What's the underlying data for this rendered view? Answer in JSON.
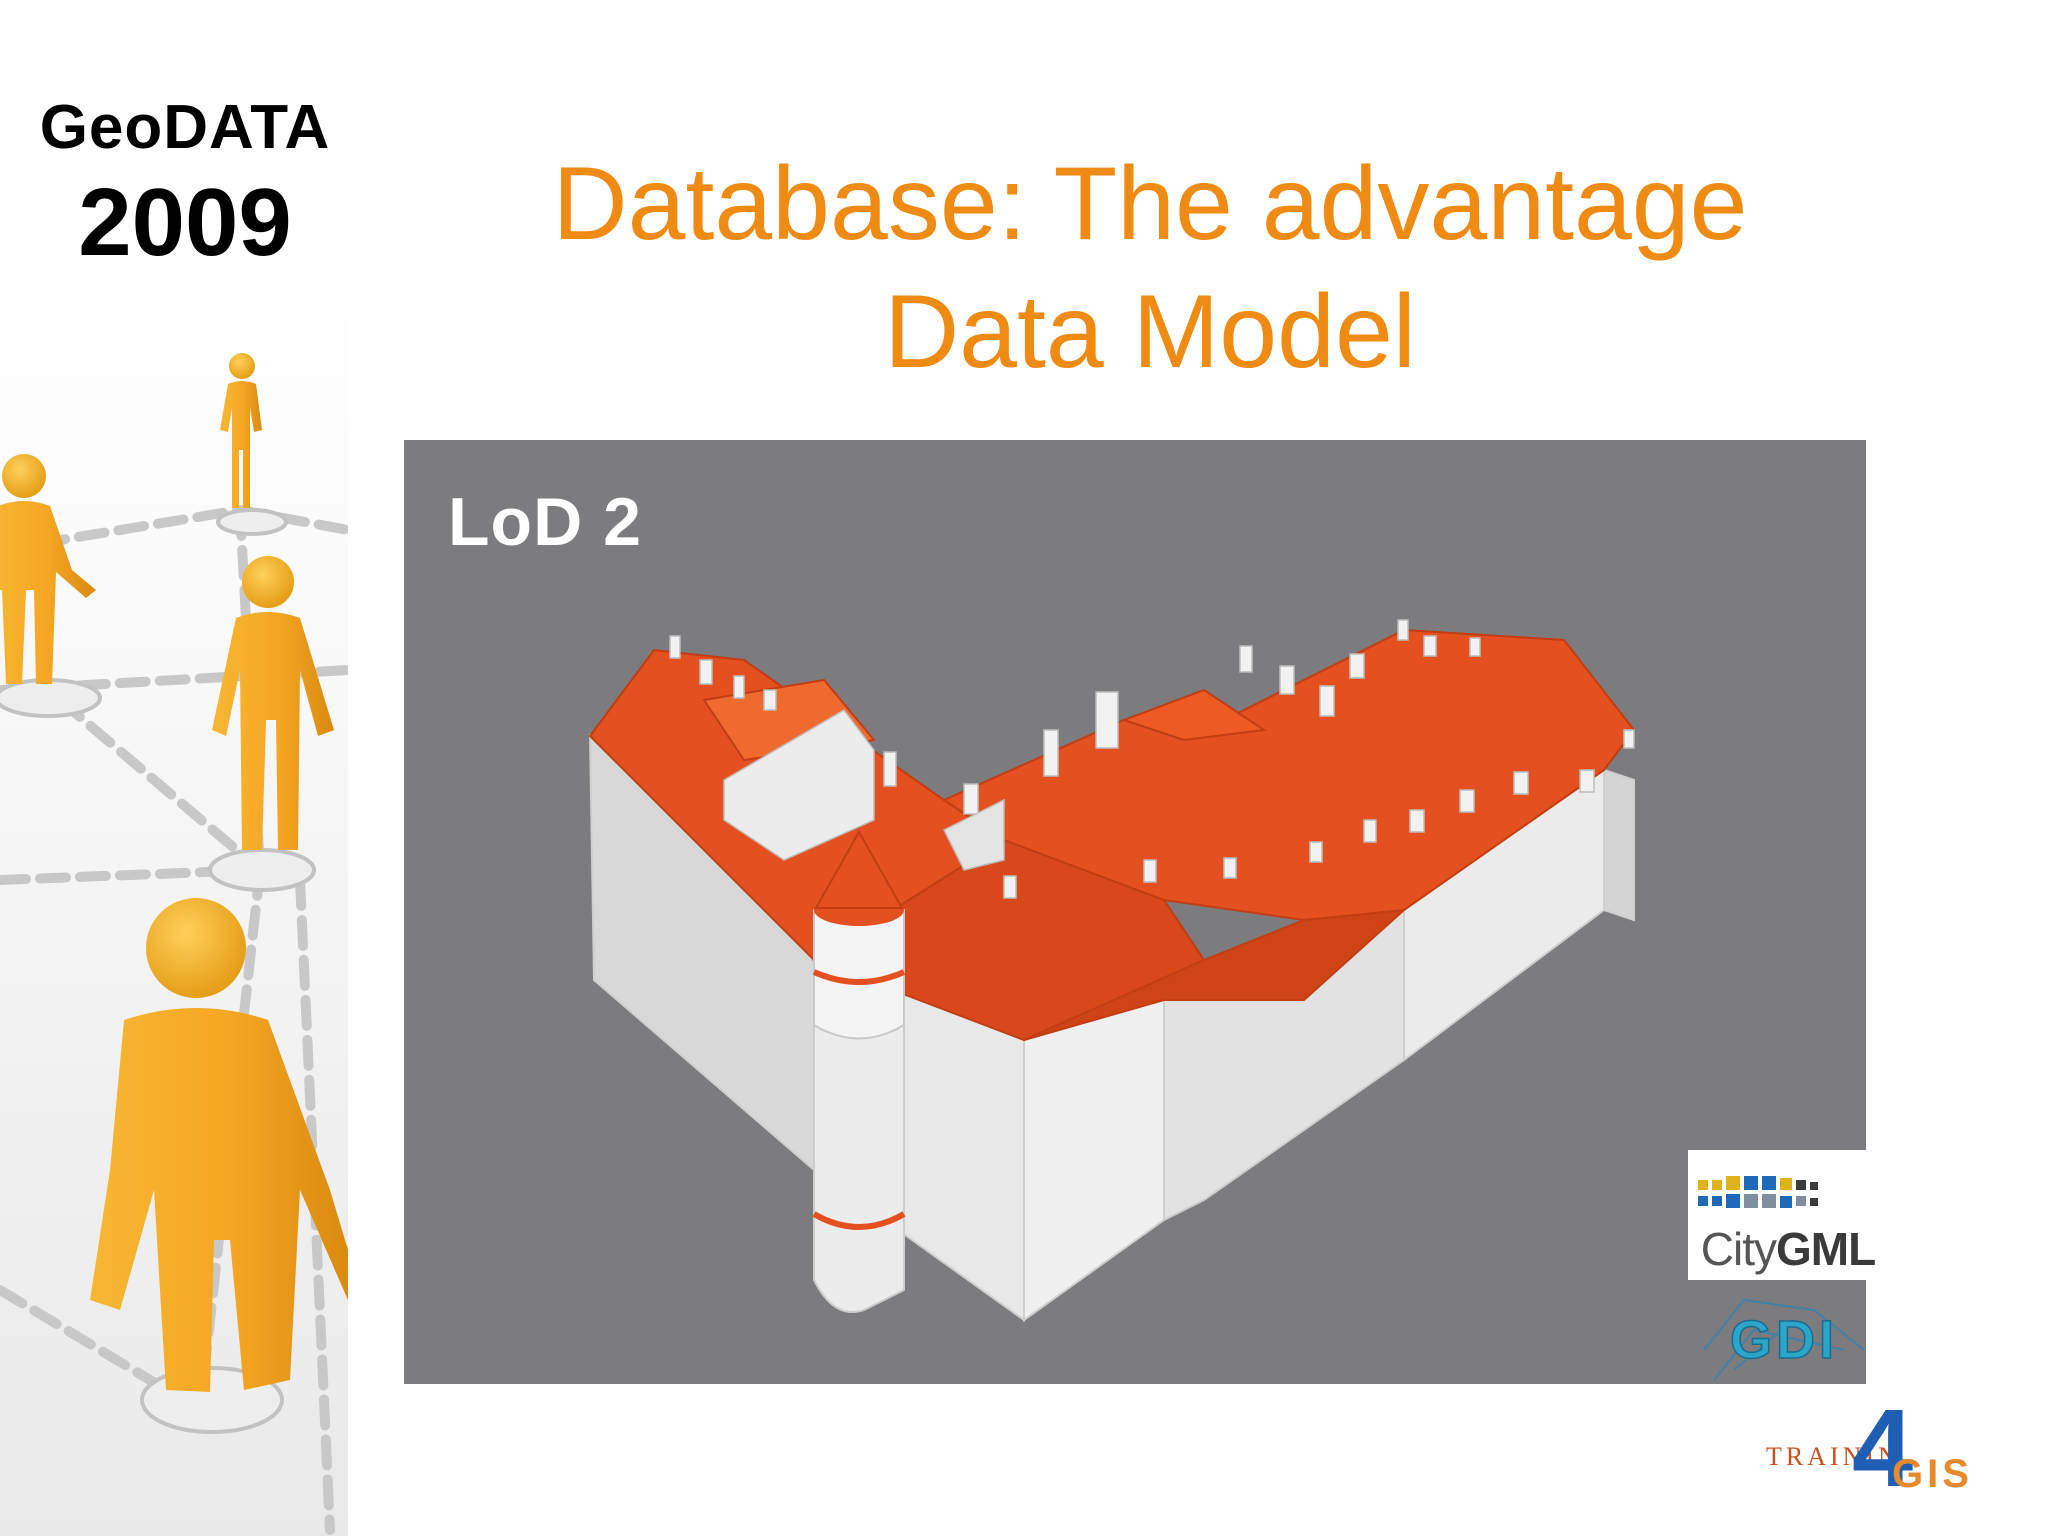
{
  "brand": {
    "line1": "GeoDATA",
    "line2": "2009"
  },
  "title": {
    "line1": "Database: The advantage",
    "line2": "Data Model"
  },
  "render": {
    "lod_label": "LoD 2",
    "background_color": "#7c7b7d",
    "roof_color": "#e4501f",
    "wall_color": "#e8e8e8"
  },
  "logos": {
    "citygml_prefix": "City",
    "citygml_suffix": "GML",
    "gdi_text": "GDI",
    "training_text": "TRAININ",
    "training_number": "4",
    "training_gis": "GIS"
  },
  "colors": {
    "title": "#ef8a12",
    "figure": "#f5a623"
  }
}
